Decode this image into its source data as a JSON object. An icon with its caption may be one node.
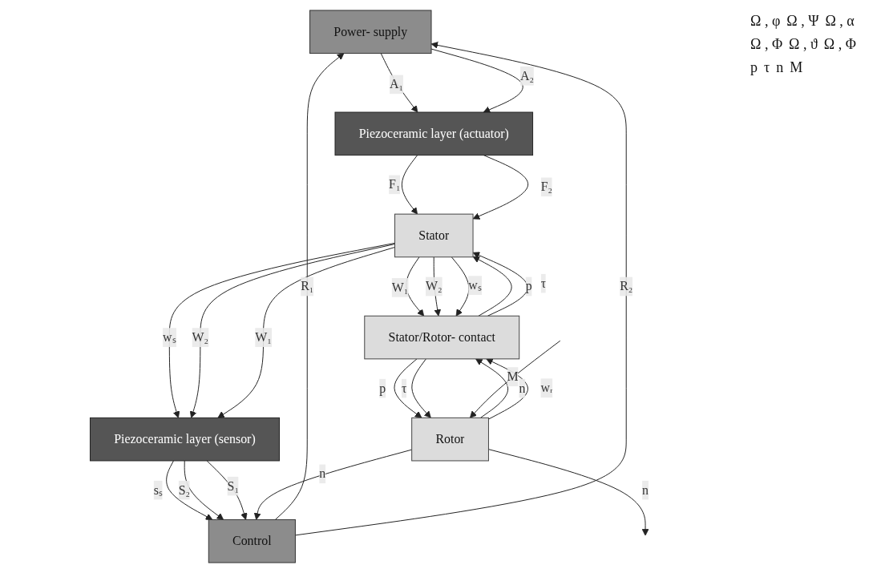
{
  "diagram": {
    "nodes": [
      {
        "text": [
          "Power- supply"
        ]
      },
      {
        "text": [
          "Piezoceramic layer (actuator)"
        ]
      },
      {
        "text": [
          "Stator"
        ]
      },
      {
        "text": [
          "Control"
        ]
      },
      {
        "text": [
          "Piezoceramic layer (sensor)"
        ]
      },
      {
        "text": [
          "Stator/Rotor- contact"
        ]
      },
      {
        "text": [
          "Rotor"
        ]
      }
    ],
    "edges": [
      {
        "from": 0,
        "to": 1,
        "arrow": "to",
        "label": "A₁"
      },
      {
        "from": 0,
        "to": 1,
        "arrow": "to",
        "label": "A₂"
      },
      {
        "from": 1,
        "to": 2,
        "arrow": "to",
        "label": "F₁"
      },
      {
        "from": 1,
        "to": 2,
        "arrow": "to",
        "label": "F₂"
      },
      {
        "from": 3,
        "to": 0,
        "arrow": "to",
        "label": "R₁"
      },
      {
        "from": 3,
        "to": 0,
        "arrow": "to",
        "label": "R₂"
      },
      {
        "from": 2,
        "to": 5,
        "arrow": "to",
        "label": "W₁"
      },
      {
        "from": 2,
        "to": 5,
        "arrow": "to",
        "label": "W₂"
      },
      {
        "from": 2,
        "to": 5,
        "arrow": "to",
        "label": "wₛ"
      },
      {
        "from": 2,
        "to": 4,
        "arrow": "to",
        "label": "wₛ"
      },
      {
        "from": 2,
        "to": 4,
        "arrow": "to",
        "label": "W₂"
      },
      {
        "from": 2,
        "to": 4,
        "arrow": "to",
        "label": "W₁"
      },
      {
        "from": 4,
        "to": 3,
        "arrow": "to",
        "label": "sₛ"
      },
      {
        "from": 4,
        "to": 3,
        "arrow": "to",
        "label": "S₂"
      },
      {
        "from": 4,
        "to": 3,
        "arrow": "to",
        "label": "S₁"
      },
      {
        "from": 5,
        "to": 2,
        "arrow": "to",
        "label": "p"
      },
      {
        "from": 5,
        "to": 6,
        "arrow": "to",
        "label": "p"
      },
      {
        "from": 5,
        "to": 2,
        "arrow": "to",
        "label": "τ"
      },
      {
        "from": 5,
        "to": 6,
        "arrow": "to",
        "label": "τ"
      },
      {
        "from": 6,
        "to": 5,
        "arrow": "to",
        "label": "n"
      },
      {
        "from": 6,
        "to": 5,
        "arrow": "to",
        "label": "wᵣ"
      },
      {
        "from": 6,
        "to": 3,
        "arrow": "to",
        "label": "n"
      },
      {
        "from": 6,
        "to": null,
        "arrow": "to",
        "label": "n"
      },
      {
        "from": null,
        "to": 6,
        "arrow": "to",
        "label": "M"
      }
    ],
    "labels": [
      "Ω , φ",
      "Ω , Ψ",
      "Ω , α",
      "Ω , Φ",
      "Ω , ϑ",
      "Ω , Φ",
      "p",
      "τ",
      "n",
      "M"
    ]
  }
}
